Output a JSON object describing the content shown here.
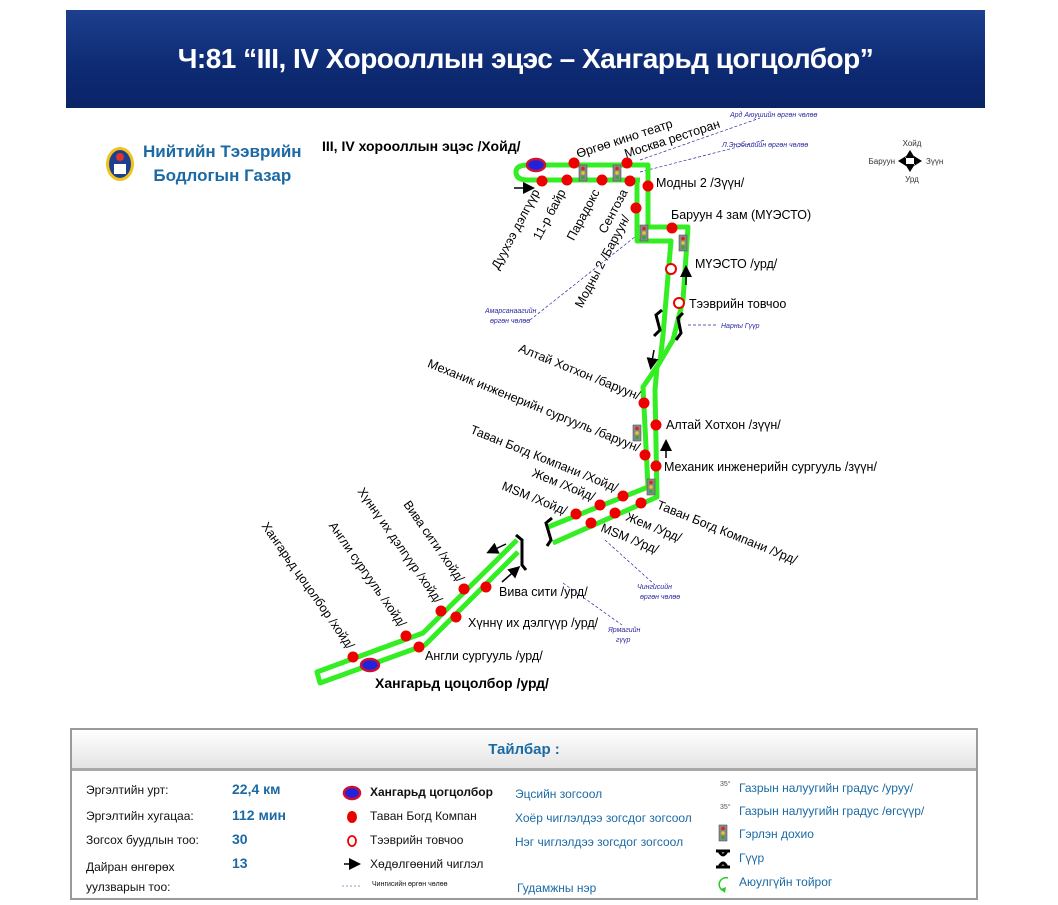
{
  "title": "Ч:81 “III, IV Хорооллын эцэс – Хангарьд цогцолбор”",
  "logo": {
    "line1": "Нийтийн Тээврийн",
    "line2": "Бодлогын Газар"
  },
  "compass": {
    "north": "Хойд",
    "south": "Урд",
    "west": "Баруун",
    "east": "Зүүн"
  },
  "colors": {
    "route": "#33ee22",
    "stop": "#ee0000",
    "banner": "#0d2a73",
    "accent": "#1b6aa5"
  },
  "terminals": {
    "north": "III, IV хорооллын эцэс /Хойд/",
    "south": "Хангарьд цоцолбор /урд/"
  },
  "stops": [
    "Өргөө кино театр",
    "Москва ресторан",
    "Дуухээ дэлгүүр",
    "11-р байр",
    "Парадокс",
    "Сентоза",
    "Модны 2 /Зүүн/",
    "Модны 2 /Баруун/",
    "Баруун 4 зам (МҮЭСТО)",
    "МҮЭСТО /урд/",
    "Тээврийн товчоо",
    "Алтай Хотхон /баруун/",
    "Алтай Хотхон /зүүн/",
    "Механик инженерийн сургууль /баруун/",
    "Механик инженерийн сургууль /зүүн/",
    "Таван Богд Компани /Хойд/",
    "Таван Богд Компани /Урд/",
    "Жем /Хойд/",
    "Жем /Урд/",
    "MSM /Хойд/",
    "MSM /Урд/",
    "Вива сити /хойд/",
    "Вива сити /урд/",
    "Хүннү их дэлгүүр /хойд/",
    "Хүннү их дэлгүүр /урд/",
    "Англи сургууль /хойд/",
    "Англи сургууль /урд/",
    "Хангарьд цоцолбор /хойд/"
  ],
  "streets": {
    "ard_ayush": "Ард Аюушийн өргөн чөлөө",
    "enebish": "Л.Энэбишийн өргөн чөлөө",
    "amarsanaa_1": "Амарсанаагийн",
    "amarsanaa_2": "өргөн чөлөө",
    "narny_guur": "Нарны Гүүр",
    "chingis_1": "Чингисийн",
    "chingis_2": "өргөн чөлөө",
    "yarmag_1": "Ярмагийн",
    "yarmag_2": "гүүр"
  },
  "legend": {
    "title": "Тайлбар :",
    "stats": [
      {
        "label": "Эргэлтийн урт:",
        "value": "22,4 км"
      },
      {
        "label": "Эргэлтийн хугацаа:",
        "value": "112 мин"
      },
      {
        "label": "Зогсох буудлын тоо:",
        "value": "30"
      },
      {
        "label": "Дайран өнгөрөх уулзварын тоо:",
        "value": "13"
      }
    ],
    "symbols": {
      "terminal": "Хангарьд цогцолбор",
      "stop": "Таван Богд Компан",
      "hub": "Тээврийн товчоо",
      "direction": "Хөдөлгөөний чиглэл",
      "street_sample": "Чингисийн өргөн чөлөө"
    },
    "meanings": {
      "terminal": "Эцсийн зогсоол",
      "two_way": "Хоёр чиглэлдээ зогсдог зогсоол",
      "one_way": "Нэг чиглэлдээ зогсдог зогсоол",
      "street": "Гудамжны нэр"
    },
    "right": {
      "slope_up_value": "35°",
      "slope_up": "Газрын налуугийн градус /уруу/",
      "slope_down_value": "35°",
      "slope_down": "Газрын налуугийн градус /өгсүүр/",
      "light": "Гэрлэн дохио",
      "bridge": "Гүүр",
      "roundabout": "Аюулгүйн тойрог"
    }
  }
}
